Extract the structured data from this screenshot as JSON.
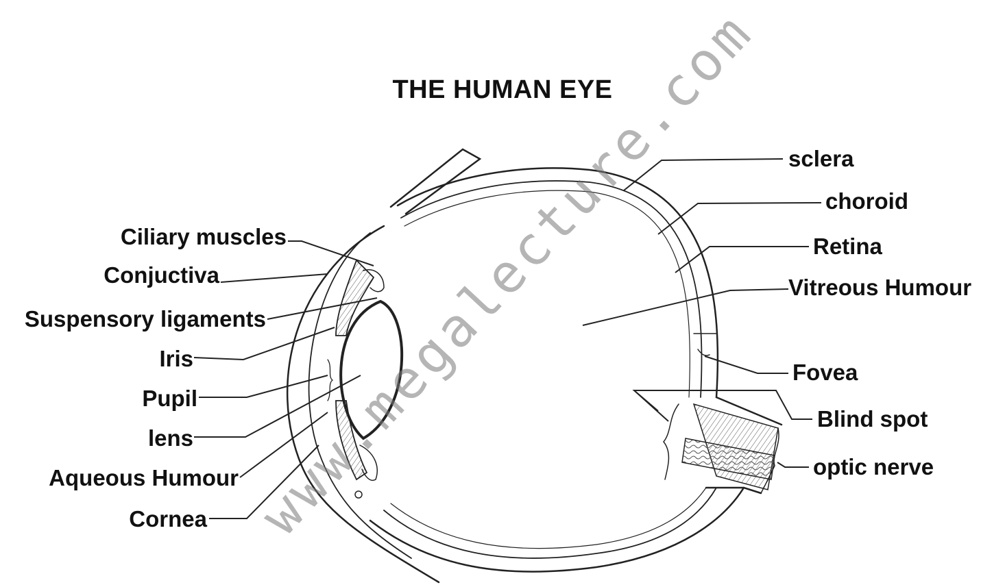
{
  "title": "THE HUMAN EYE",
  "watermark": "www.megalecture.com",
  "labels": {
    "left": [
      "Ciliary muscles",
      "Conjuctiva",
      "Suspensory ligaments",
      "Iris",
      "Pupil",
      "lens",
      "Aqueous Humour",
      "Cornea"
    ],
    "right": [
      "sclera",
      "choroid",
      "Retina",
      "Vitreous Humour",
      "Fovea",
      "Blind spot",
      "optic nerve"
    ]
  },
  "colors": {
    "ink": "#111111",
    "watermark": "#7a7a7a",
    "background": "#ffffff"
  }
}
